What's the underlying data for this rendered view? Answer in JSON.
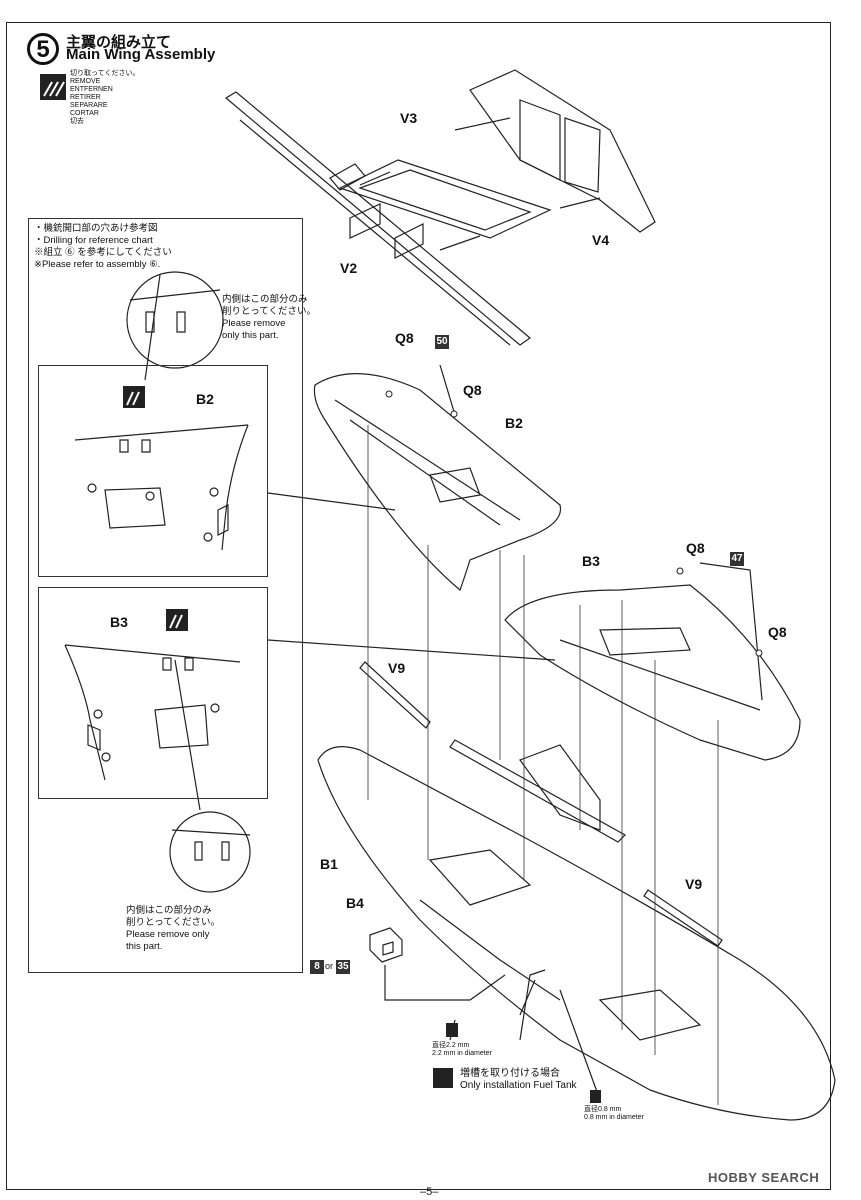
{
  "header": {
    "step_number": "5",
    "title_jp": "主翼の組み立て",
    "title_en": "Main Wing Assembly"
  },
  "remove_legend": {
    "lines": [
      "切り取ってください。",
      "REMOVE",
      "ENTFERNEN",
      "RETIRER",
      "SEPARARE",
      "CORTAR",
      "切去"
    ]
  },
  "reference_note": {
    "line1": "・機銃開口部の穴あけ参考図",
    "line2": "・Drilling for reference chart",
    "line3": "※組立 ⑥ を参考にしてください",
    "line4": "※Please refer to assembly ⑥."
  },
  "inset_top": {
    "label": "B2",
    "note_jp_1": "内側はこの部分のみ",
    "note_jp_2": "削りとってください。",
    "note_en_1": "Please remove",
    "note_en_2": "only this part."
  },
  "inset_bottom": {
    "label": "B3",
    "note_jp_1": "内側はこの部分のみ",
    "note_jp_2": "削りとってください。",
    "note_en_1": "Please remove only",
    "note_en_2": "this part."
  },
  "parts": {
    "v3": "V3",
    "v4": "V4",
    "v2": "V2",
    "q8_a": "Q8",
    "q8_b": "Q8",
    "q8_c": "Q8",
    "q8_d": "Q8",
    "b2": "B2",
    "b3": "B3",
    "v9_a": "V9",
    "v9_b": "V9",
    "b1": "B1",
    "b4": "B4"
  },
  "paint_codes": {
    "code_50": "50",
    "code_47": "47",
    "code_8": "8",
    "code_35": "35",
    "or": "or"
  },
  "drill_notes": {
    "d22_jp": "直径2.2 mm",
    "d22_en": "2.2 mm in diameter",
    "fuel_jp": "増槽を取り付ける場合",
    "fuel_en": "Only installation Fuel Tank",
    "d08_jp": "直径0.8 mm",
    "d08_en": "0.8 mm in diameter"
  },
  "footer": {
    "page": "–5–",
    "watermark": "HOBBY SEARCH"
  }
}
